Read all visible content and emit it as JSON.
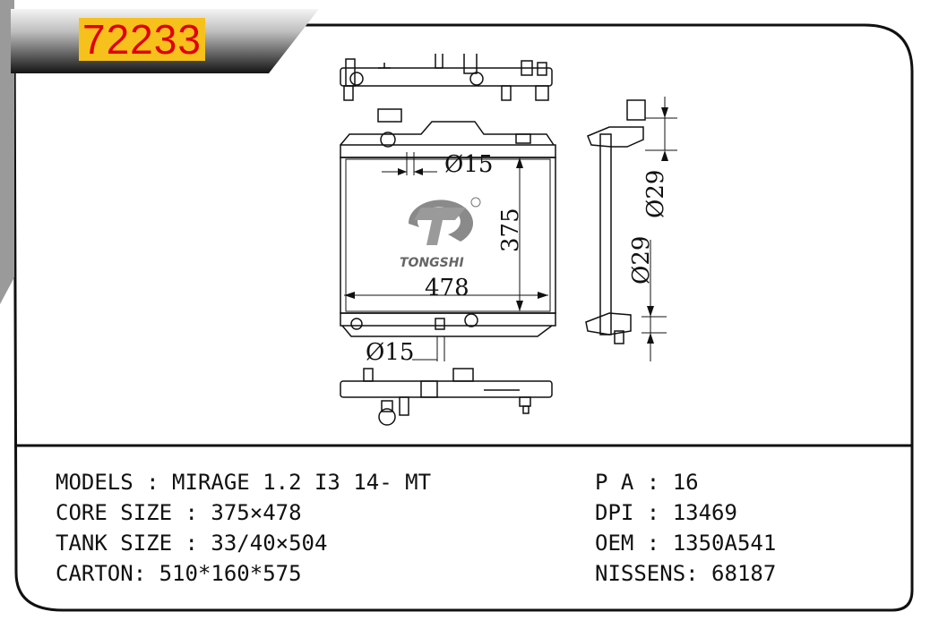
{
  "part_number": "72233",
  "brand": "TONGSHI",
  "dimensions": {
    "d15_top": "Ø15",
    "height": "375",
    "width": "478",
    "d15_bottom": "Ø15",
    "d29_upper": "Ø29",
    "d29_lower": "Ø29"
  },
  "specs_left": {
    "models": "MODELS : MIRAGE 1.2 I3 14- MT",
    "core_size": "CORE SIZE : 375×478",
    "tank_size": "TANK SIZE : 33/40×504",
    "carton": "CARTON: 510*160*575"
  },
  "specs_right": {
    "pa": "P A : 16",
    "dpi": "DPI : 13469",
    "oem": "OEM : 1350A541",
    "nissens": "NISSENS: 68187"
  }
}
